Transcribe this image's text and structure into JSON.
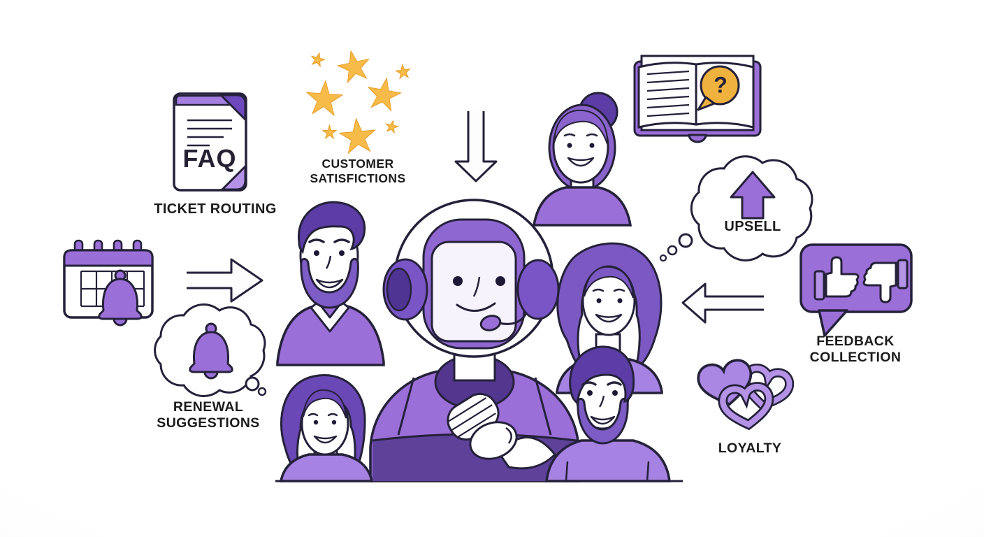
{
  "colors": {
    "purple_mid": "#9b6fd8",
    "purple_soft": "#a682e2",
    "purple_pale": "#b493e6",
    "purple_hair_dark": "#5b3da5",
    "purple_hair_mid": "#7c58c2",
    "purple_deep": "#53378f",
    "outline": "#25213a",
    "star_gold": "#f7bb4a",
    "star_edge": "#e8991f",
    "bubble_gold": "#f0b23e",
    "label_text": "#1b1b1b",
    "background": "#fdfdfd"
  },
  "labels": {
    "faq": "FAQ",
    "ticket_routing": "TICKET ROUTING",
    "customer_satisfaction_line1": "CUSTOMER",
    "customer_satisfaction_line2": "SATISFICTIONS",
    "upsell": "UPSELL",
    "feedback_line1": "FEEDBACK",
    "feedback_line2": "COLLECTION",
    "renewal_line1": "RENEWAL",
    "renewal_line2": "SUGGESTIONS",
    "loyalty": "LOYALTY",
    "question_mark": "?"
  },
  "icons": {
    "faq_document": "faq-document-icon",
    "rating_stars": "rating-stars-icon",
    "down_arrow": "down-arrow-icon",
    "right_arrow": "right-arrow-icon",
    "left_arrow": "left-arrow-icon",
    "open_book_question": "open-book-question-icon",
    "upsell_thought_cloud": "upsell-thought-cloud-icon",
    "calendar_reminder": "calendar-bell-icon",
    "renewal_thought_cloud": "renewal-thought-cloud-icon",
    "feedback_thumbs": "thumbs-up-down-speech-bubble-icon",
    "loyalty_hearts": "linked-hearts-icon",
    "support_agent": "robot-support-agent",
    "customers": [
      "woman-with-bun",
      "man-with-beard",
      "woman-wavy-hair",
      "woman-wavy-hair-2",
      "man-with-beard-2"
    ]
  }
}
